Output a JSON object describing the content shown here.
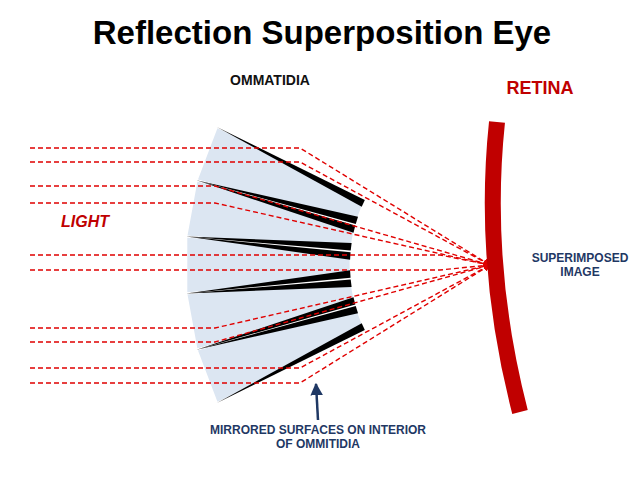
{
  "diagram": {
    "title": "Reflection Superposition Eye",
    "labels": [
      "OMMATIDIA",
      "RETINA",
      "LIGHT",
      "SUPERIMPOSED IMAGE",
      "MIRRORED SURFACES ON INTERIOR OF OMMITIDIA"
    ]
  }
}
